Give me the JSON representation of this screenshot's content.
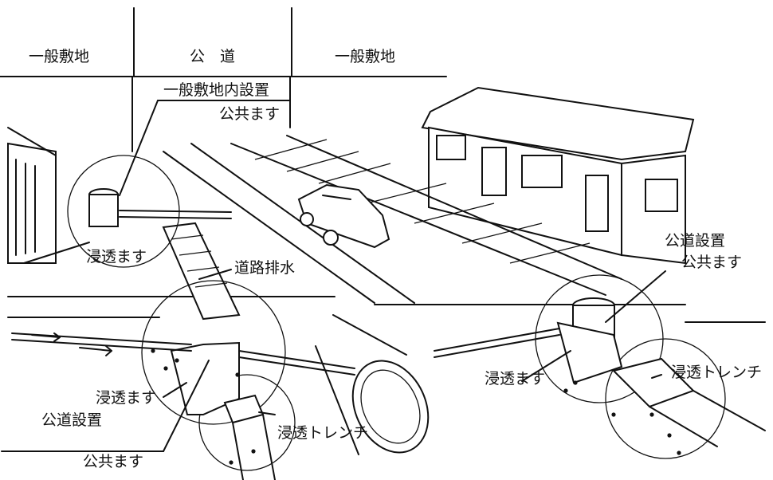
{
  "header": {
    "left_zone": "一般敷地",
    "center_zone": "公　道",
    "right_zone": "一般敷地"
  },
  "labels": {
    "private_installed": "一般敷地内設置",
    "public_basin_top": "公共ます",
    "infiltration_basin_left": "浸透ます",
    "road_drainage": "道路排水",
    "public_road_installed_right": "公道設置",
    "public_basin_right": "公共ます",
    "infiltration_basin_center": "浸透ます",
    "public_road_installed_left": "公道設置",
    "public_basin_bottom": "公共ます",
    "infiltration_trench_center": "浸透トレンチ",
    "infiltration_basin_right": "浸透ます",
    "infiltration_trench_right": "浸透トレンチ"
  }
}
